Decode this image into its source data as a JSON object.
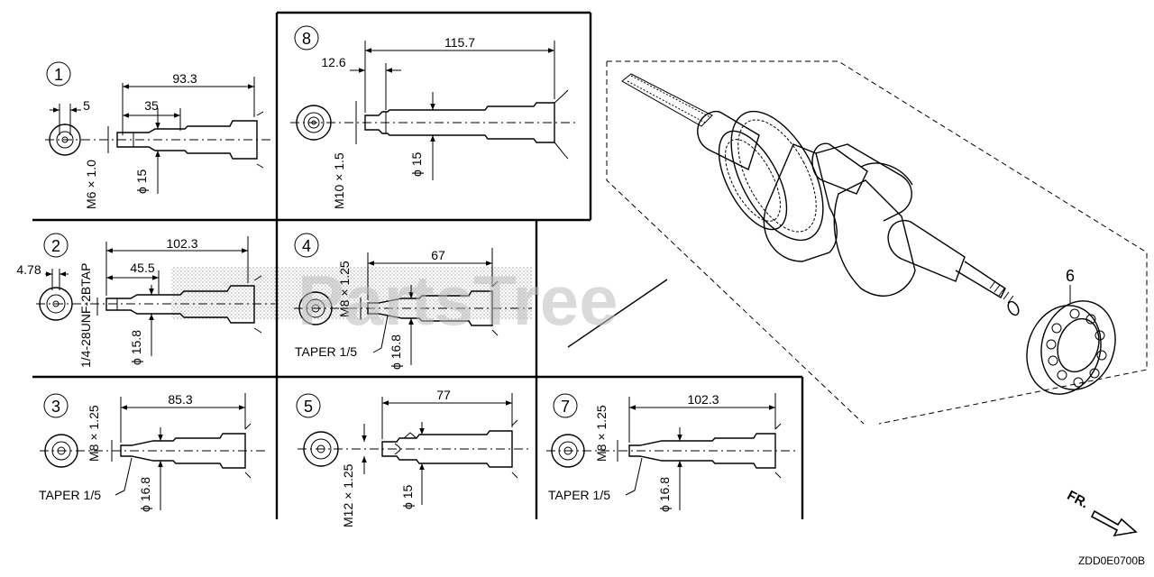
{
  "diagram_code": "ZDD0E0700B",
  "watermark": "PartsTree",
  "front_marker": "FR.",
  "bearing_callout": "6",
  "variants": [
    {
      "id": "1",
      "dims": [
        "93.3",
        "5",
        "35"
      ],
      "thread": "M6 × 1.0",
      "dia": "ϕ 15"
    },
    {
      "id": "2",
      "dims": [
        "102.3",
        "4.78",
        "45.5"
      ],
      "thread": "1/4-28UNF-2BTAP",
      "dia": "ϕ 15.8"
    },
    {
      "id": "3",
      "dims": [
        "85.3"
      ],
      "thread": "M8 × 1.25",
      "dia": "ϕ 16.8",
      "taper": "TAPER 1/5"
    },
    {
      "id": "4",
      "dims": [
        "67"
      ],
      "thread": "M8 × 1.25",
      "dia": "ϕ 16.8",
      "taper": "TAPER 1/5"
    },
    {
      "id": "5",
      "dims": [
        "77"
      ],
      "thread": "M12 × 1.25",
      "dia": "ϕ 15"
    },
    {
      "id": "7",
      "dims": [
        "102.3"
      ],
      "thread": "M8 × 1.25",
      "dia": "ϕ 16.8",
      "taper": "TAPER 1/5"
    },
    {
      "id": "8",
      "dims": [
        "115.7",
        "12.6"
      ],
      "thread": "M10 × 1.5",
      "dia": "ϕ 15"
    }
  ]
}
